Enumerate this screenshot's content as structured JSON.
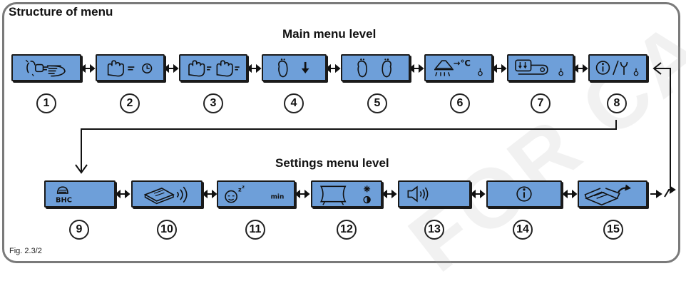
{
  "title": "Structure of menu",
  "main_level_label": "Main menu level",
  "settings_level_label": "Settings menu level",
  "figure_caption": "Fig. 2.3/2",
  "watermark": "FOR CAS",
  "main_items": [
    {
      "number": "1",
      "icon": "hand-pointing-icon"
    },
    {
      "number": "2",
      "icon": "hand-clock-icon"
    },
    {
      "number": "3",
      "icon": "two-hands-icon"
    },
    {
      "number": "4",
      "icon": "foot-down-icon"
    },
    {
      "number": "5",
      "icon": "two-feet-icon"
    },
    {
      "number": "6",
      "icon": "temperature-icon",
      "symbol": "→°C"
    },
    {
      "number": "7",
      "icon": "download-card-icon"
    },
    {
      "number": "8",
      "icon": "info-tools-icon"
    }
  ],
  "settings_items": [
    {
      "number": "9",
      "icon": "bhc-icon",
      "label": "BHC"
    },
    {
      "number": "10",
      "icon": "wireless-device-icon"
    },
    {
      "number": "11",
      "icon": "sleep-timer-icon",
      "label": "min",
      "symbol": "z"
    },
    {
      "number": "12",
      "icon": "display-brightness-icon"
    },
    {
      "number": "13",
      "icon": "speaker-volume-icon"
    },
    {
      "number": "14",
      "icon": "info-icon"
    },
    {
      "number": "15",
      "icon": "open-box-icon"
    }
  ]
}
